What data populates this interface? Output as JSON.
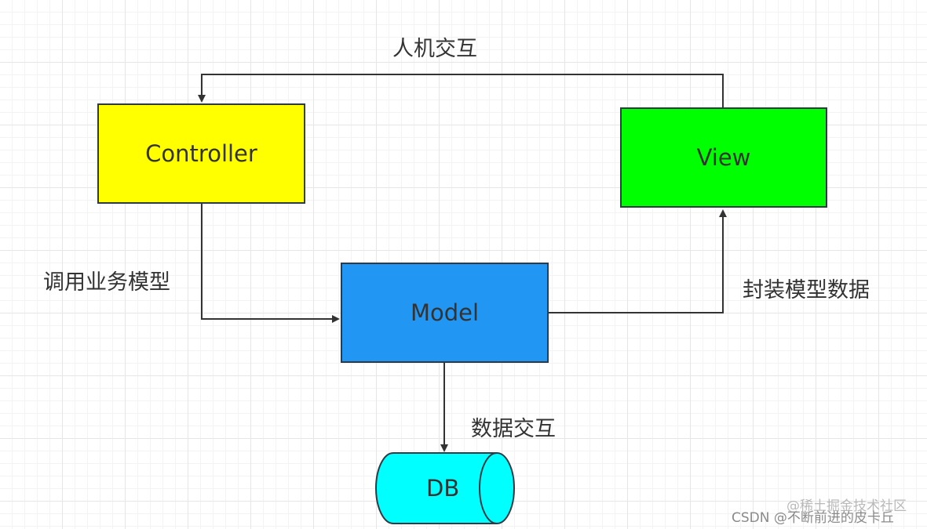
{
  "colors": {
    "controller": "#ffff00",
    "view": "#00ff00",
    "model": "#2196f3",
    "db": "#00ffff",
    "line": "#333333"
  },
  "nodes": {
    "controller": "Controller",
    "view": "View",
    "model": "Model",
    "db": "DB"
  },
  "edges": {
    "view_to_controller": "人机交互",
    "controller_to_model": "调用业务模型",
    "model_to_view": "封装模型数据",
    "model_to_db": "数据交互"
  },
  "watermark": {
    "line1": "@稀土掘金技术社区",
    "line2": "CSDN @不断前进的皮卡丘"
  }
}
